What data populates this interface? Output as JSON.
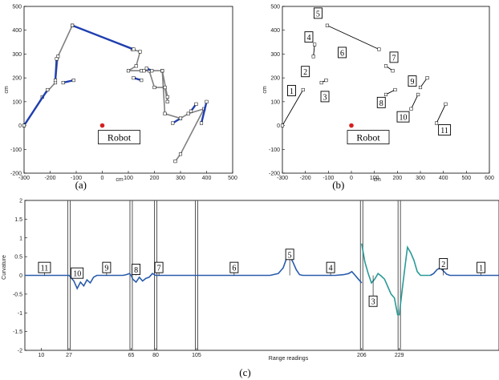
{
  "chart_data": [
    {
      "type": "scatter",
      "caption": "(a)",
      "xlabel": "cm",
      "ylabel": "cm",
      "xlim": [
        -300,
        500
      ],
      "ylim": [
        -200,
        500
      ],
      "xticks": [
        -300,
        -200,
        -100,
        0,
        100,
        200,
        300,
        400,
        500
      ],
      "yticks": [
        -200,
        -100,
        0,
        100,
        200,
        300,
        400,
        500
      ],
      "robot": {
        "label": "Robot",
        "x": 0,
        "y": 0,
        "color": "#d42020"
      },
      "scan_color": "#808080",
      "segment_color": "#1f3fb0",
      "scan_path": [
        [
          -300,
          0
        ],
        [
          -230,
          120
        ],
        [
          -180,
          180
        ],
        [
          -170,
          290
        ],
        [
          -115,
          420
        ],
        [
          115,
          320
        ],
        [
          145,
          310
        ],
        [
          130,
          250
        ],
        [
          100,
          230
        ],
        [
          150,
          230
        ],
        [
          180,
          230
        ],
        [
          200,
          160
        ],
        [
          240,
          160
        ],
        [
          250,
          100
        ],
        [
          250,
          120
        ],
        [
          230,
          230
        ],
        [
          160,
          230
        ],
        [
          230,
          230
        ],
        [
          240,
          50
        ],
        [
          300,
          30
        ],
        [
          330,
          50
        ],
        [
          390,
          70
        ],
        [
          300,
          -120
        ],
        [
          280,
          -150
        ]
      ],
      "segments": [
        [
          [
            -300,
            0
          ],
          [
            -210,
            150
          ]
        ],
        [
          [
            -115,
            420
          ],
          [
            120,
            320
          ]
        ],
        [
          [
            -180,
            190
          ],
          [
            -175,
            280
          ]
        ],
        [
          [
            -150,
            180
          ],
          [
            -110,
            190
          ]
        ],
        [
          [
            120,
            200
          ],
          [
            150,
            190
          ]
        ],
        [
          [
            170,
            240
          ],
          [
            190,
            230
          ]
        ],
        [
          [
            270,
            10
          ],
          [
            300,
            30
          ]
        ],
        [
          [
            340,
            60
          ],
          [
            360,
            90
          ]
        ],
        [
          [
            400,
            100
          ],
          [
            380,
            10
          ]
        ]
      ]
    },
    {
      "type": "scatter",
      "caption": "(b)",
      "xlabel": "cm",
      "ylabel": "cm",
      "xlim": [
        -300,
        600
      ],
      "ylim": [
        -200,
        500
      ],
      "xticks": [
        -300,
        -200,
        -100,
        0,
        100,
        200,
        300,
        400,
        500,
        600
      ],
      "yticks": [
        -200,
        -100,
        0,
        100,
        200,
        300,
        400,
        500
      ],
      "robot": {
        "label": "Robot",
        "x": 0,
        "y": 0,
        "color": "#d42020"
      },
      "segment_color": "#000000",
      "segments": [
        [
          [
            -300,
            0
          ],
          [
            -210,
            150
          ]
        ],
        [
          [
            -105,
            420
          ],
          [
            120,
            320
          ]
        ],
        [
          [
            -165,
            290
          ],
          [
            -160,
            340
          ]
        ],
        [
          [
            -130,
            180
          ],
          [
            -110,
            190
          ]
        ],
        [
          [
            150,
            250
          ],
          [
            180,
            230
          ]
        ],
        [
          [
            150,
            130
          ],
          [
            190,
            150
          ]
        ],
        [
          [
            260,
            70
          ],
          [
            290,
            130
          ]
        ],
        [
          [
            300,
            160
          ],
          [
            330,
            200
          ]
        ],
        [
          [
            370,
            10
          ],
          [
            410,
            90
          ]
        ]
      ],
      "labels": [
        {
          "text": "1",
          "x": -260,
          "y": 145
        },
        {
          "text": "2",
          "x": -200,
          "y": 225
        },
        {
          "text": "3",
          "x": -115,
          "y": 120
        },
        {
          "text": "4",
          "x": -185,
          "y": 370
        },
        {
          "text": "5",
          "x": -145,
          "y": 470
        },
        {
          "text": "6",
          "x": -40,
          "y": 305
        },
        {
          "text": "7",
          "x": 185,
          "y": 285
        },
        {
          "text": "8",
          "x": 130,
          "y": 95
        },
        {
          "text": "9",
          "x": 265,
          "y": 185
        },
        {
          "text": "10",
          "x": 225,
          "y": 35
        },
        {
          "text": "11",
          "x": 405,
          "y": -20
        }
      ]
    },
    {
      "type": "line",
      "caption": "(c)",
      "xlabel": "Range readings",
      "ylabel": "Curvature",
      "xlim": [
        0,
        290
      ],
      "ylim": [
        -2,
        2
      ],
      "yticks": [
        -2,
        -1.5,
        -1,
        -0.5,
        0,
        0.5,
        1,
        1.5,
        2
      ],
      "ytick_labels": [
        "-2",
        "-1.5",
        "-1",
        "-0.5",
        "0",
        "0.5",
        "1",
        "1.5",
        "2"
      ],
      "xtick_marks": [
        10,
        27,
        65,
        80,
        105,
        206,
        229
      ],
      "xtick_labels": [
        "10",
        "27",
        "65",
        "80",
        "105",
        "206",
        "229"
      ],
      "vlines": [
        27,
        65,
        80,
        105,
        206,
        229
      ],
      "series": [
        {
          "color": "#2a5cab",
          "x": [
            0,
            5,
            10,
            15,
            20,
            25,
            27,
            30,
            32,
            34,
            36,
            38,
            40,
            42,
            44,
            46,
            48,
            50,
            52,
            55,
            58,
            60,
            62,
            64,
            65,
            66,
            68,
            70,
            72,
            74,
            76,
            78,
            80,
            82,
            84,
            86,
            90,
            95,
            100,
            105,
            110,
            120,
            130,
            140,
            150,
            155,
            158,
            160,
            162,
            164,
            166,
            168,
            170,
            175,
            180,
            185,
            190,
            195,
            198,
            200,
            202,
            204,
            206
          ],
          "y": [
            0,
            0,
            0,
            0,
            0,
            0,
            0,
            -0.15,
            -0.35,
            -0.18,
            -0.28,
            -0.12,
            -0.2,
            -0.05,
            0,
            0,
            0,
            0,
            0,
            0,
            0,
            0,
            0.02,
            0.05,
            0,
            -0.1,
            -0.18,
            -0.05,
            -0.15,
            -0.08,
            -0.05,
            0.05,
            0,
            0,
            0,
            0,
            0,
            0,
            0,
            0,
            0,
            0,
            0,
            0,
            0,
            0.05,
            0.2,
            0.45,
            0.52,
            0.35,
            0.15,
            0.02,
            0,
            0,
            0,
            0,
            0,
            0.02,
            0.05,
            0.1,
            0,
            -0.1,
            -0.2
          ]
        },
        {
          "color": "#2a9a98",
          "x": [
            206,
            208,
            210,
            212,
            214,
            216,
            218,
            220,
            222,
            224,
            226,
            228,
            229,
            231,
            233,
            234,
            236,
            238,
            240,
            242,
            244,
            246,
            248
          ],
          "y": [
            0.85,
            0.35,
            0.05,
            -0.2,
            -0.1,
            0.05,
            -0.02,
            -0.1,
            -0.3,
            -0.5,
            -0.6,
            -1.05,
            -1.05,
            -0.3,
            0.4,
            0.75,
            0.6,
            0.4,
            0.1,
            0,
            0,
            0,
            0
          ]
        },
        {
          "color": "#2a5cab",
          "x": [
            248,
            250,
            252,
            254,
            256,
            258,
            260,
            265,
            270,
            275,
            280,
            285,
            290
          ],
          "y": [
            0,
            0.05,
            0.15,
            0.2,
            0.12,
            0.03,
            0,
            0,
            0,
            0,
            0,
            0,
            0
          ]
        }
      ],
      "labels": [
        {
          "text": "11",
          "x": 12,
          "y": 0.2
        },
        {
          "text": "10",
          "x": 32,
          "y": 0.05
        },
        {
          "text": "9",
          "x": 50,
          "y": 0.2
        },
        {
          "text": "8",
          "x": 68,
          "y": 0.15
        },
        {
          "text": "7",
          "x": 82,
          "y": 0.2
        },
        {
          "text": "6",
          "x": 128,
          "y": 0.2
        },
        {
          "text": "5",
          "x": 162,
          "y": 0.55
        },
        {
          "text": "4",
          "x": 187,
          "y": 0.2
        },
        {
          "text": "3",
          "x": 213,
          "y": -0.7
        },
        {
          "text": "2",
          "x": 256,
          "y": 0.3
        },
        {
          "text": "1",
          "x": 279,
          "y": 0.2
        }
      ]
    }
  ]
}
